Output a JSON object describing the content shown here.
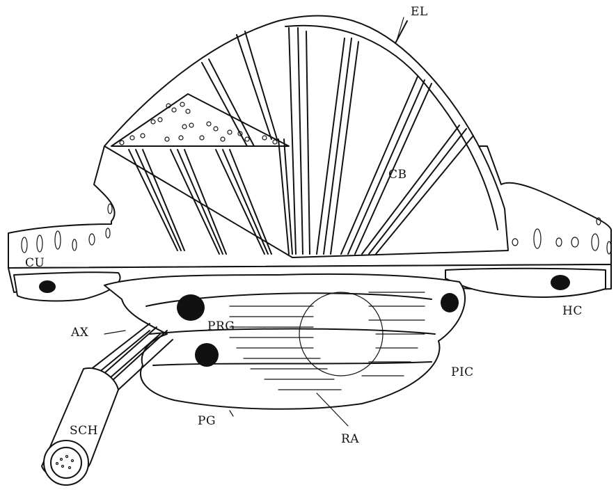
{
  "labels": {
    "el": "EL",
    "cb": "CB",
    "cu": "CU",
    "hc": "HC",
    "ax": "AX",
    "prg": "PRG",
    "pic": "PIC",
    "pg": "PG",
    "ra": "RA",
    "sch": "SCH"
  }
}
